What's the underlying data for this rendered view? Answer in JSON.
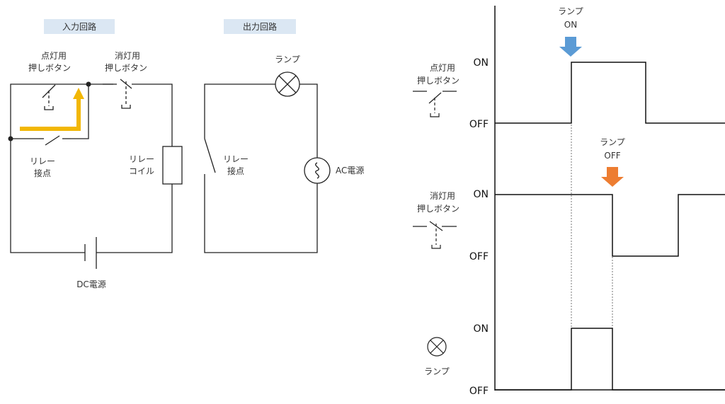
{
  "colors": {
    "header_bg": "#dbe7f3",
    "current_arrow": "#f2b705",
    "on_arrow": "#5b9bd5",
    "off_arrow": "#ed7d31",
    "line": "#222222"
  },
  "input_circuit": {
    "title": "入力回路",
    "on_button": [
      "点灯用",
      "押しボタン"
    ],
    "off_button": [
      "消灯用",
      "押しボタン"
    ],
    "relay_contact": [
      "リレー",
      "接点"
    ],
    "relay_coil": [
      "リレー",
      "コイル"
    ],
    "dc_source": "DC電源"
  },
  "output_circuit": {
    "title": "出力回路",
    "lamp": "ランプ",
    "relay_contact": [
      "リレー",
      "接点"
    ],
    "ac_source": "AC電源"
  },
  "timing_chart": {
    "events": {
      "on_event": [
        "ランプ",
        "ON"
      ],
      "off_event": [
        "ランプ",
        "OFF"
      ]
    },
    "rows": [
      {
        "name": [
          "点灯用",
          "押しボタン"
        ],
        "high": "ON",
        "low": "OFF",
        "icon": "push-button-no-icon"
      },
      {
        "name": [
          "消灯用",
          "押しボタン"
        ],
        "high": "ON",
        "low": "OFF",
        "icon": "push-button-nc-icon"
      },
      {
        "name": [
          "ランプ"
        ],
        "high": "ON",
        "low": "OFF",
        "icon": "lamp-icon"
      }
    ]
  }
}
